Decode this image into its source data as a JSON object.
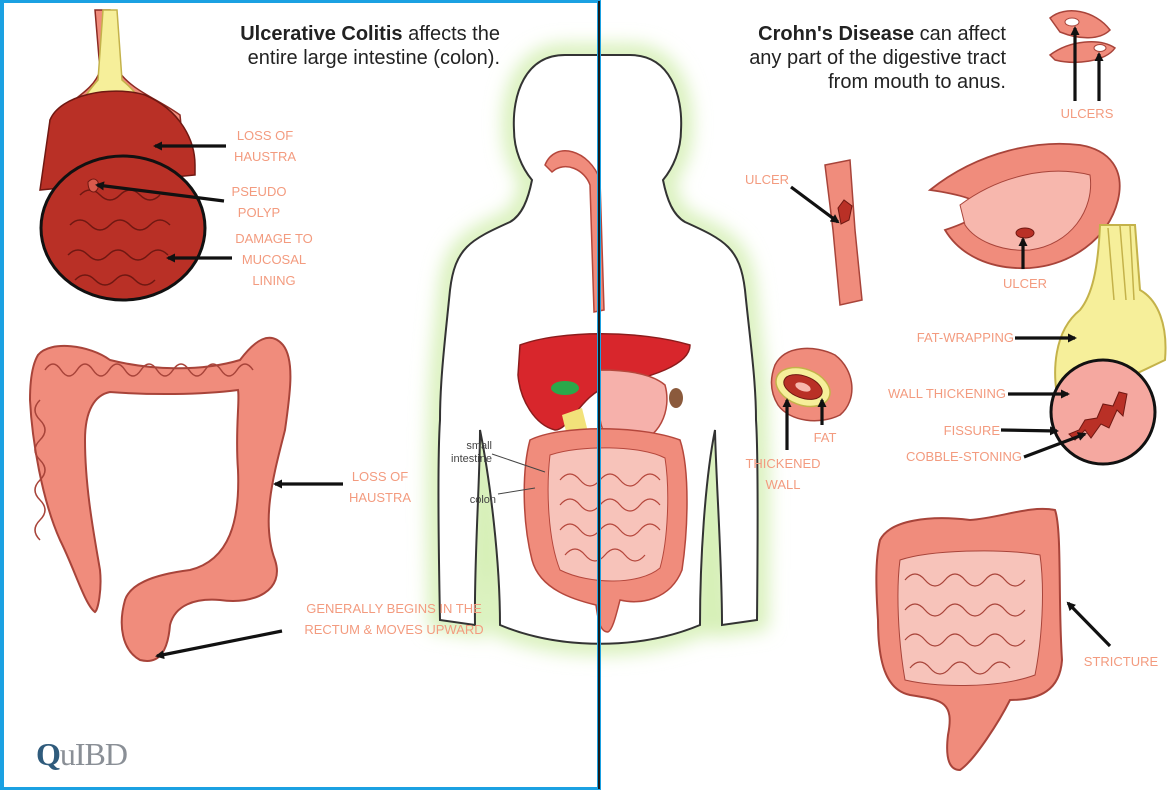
{
  "left_panel": {
    "title_bold": "Ulcerative Colitis",
    "title_rest_line1": " affects the",
    "title_line2": "entire large intestine (colon).",
    "labels": {
      "loss_of_haustra_top": "LOSS OF\nHAUSTRA",
      "pseudo_polyp": "PSEUDO\nPOLYP",
      "damage_mucosal": "DAMAGE TO\nMUCOSAL\nLINING",
      "loss_of_haustra_colon": "LOSS OF\nHAUSTRA",
      "generally_begins": "GENERALLY BEGINS IN THE\nRECTUM & MOVES UPWARD"
    },
    "logo": {
      "q": "Q",
      "rest": "uIBD"
    }
  },
  "center": {
    "small_intestine": "small\nintestine",
    "colon": "colon"
  },
  "right_panel": {
    "title_bold": "Crohn's Disease",
    "title_rest_line1": " can affect",
    "title_line2": "any part of the digestive tract",
    "title_line3": "from mouth to anus.",
    "labels": {
      "ulcers": "ULCERS",
      "ulcer_esophagus": "ULCER",
      "ulcer_stomach": "ULCER",
      "fat_wrapping": "FAT-WRAPPING",
      "wall_thickening": "WALL THICKENING",
      "fissure": "FISSURE",
      "cobble_stoning": "COBBLE-STONING",
      "thickened_wall": "THICKENED\nWALL",
      "fat": "FAT",
      "stricture": "STRICTURE"
    }
  },
  "colors": {
    "divider": "#1ba1e2",
    "label": "#f39b7f",
    "tissue": "#f08c7c",
    "tissue_light": "#f7b7ad",
    "inflamed": "#c9372c",
    "fat": "#f6ef9a",
    "liver": "#d8262c"
  }
}
